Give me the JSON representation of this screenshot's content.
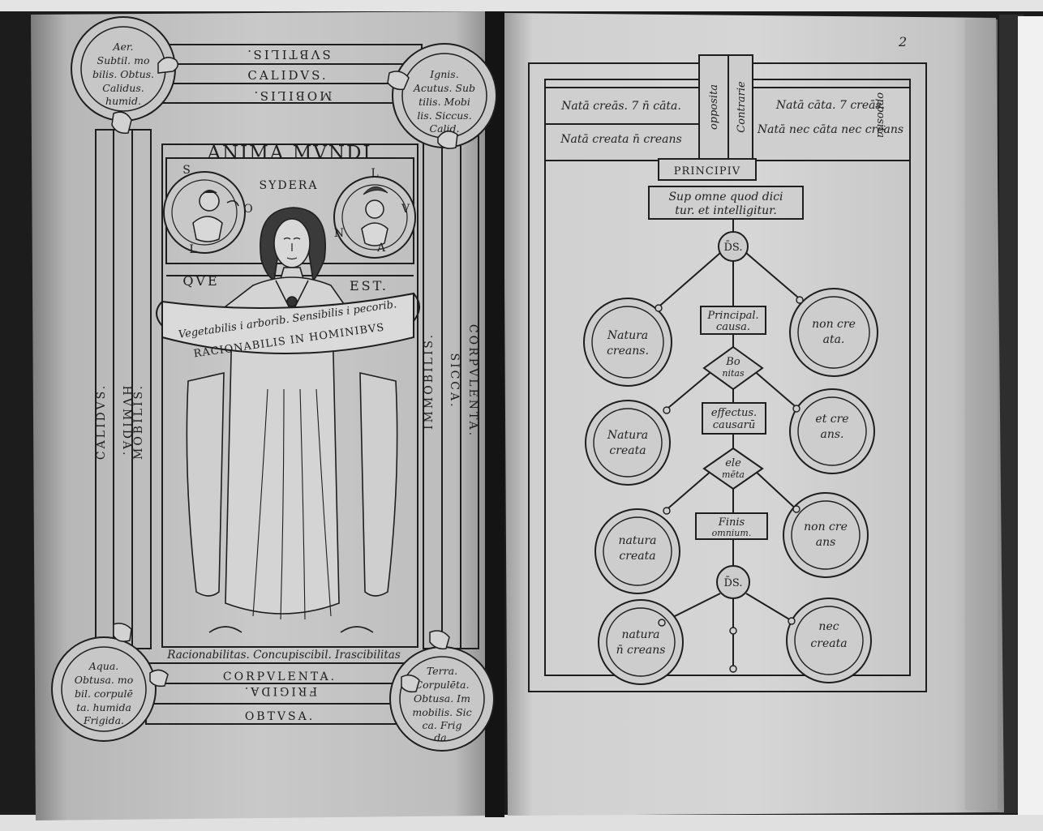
{
  "left_page": {
    "title": "ANIMA MVNDI",
    "sidera_label": "SYDERA",
    "sol_letters": [
      "S",
      "O",
      "L"
    ],
    "luna_letters": [
      "L",
      "V",
      "N",
      "A"
    ],
    "que_est": [
      "QVE",
      "EST."
    ],
    "scroll_line1": "Vegetabilis i arborib. Sensibilis i pecorib.",
    "scroll_line2": "RACIONABILIS IN HOMINIBVS",
    "bottom_caption": "Racionabilitas. Concupiscibil. Irascibilitas",
    "top_band1": "SVBTILIS.",
    "top_band2": "CALIDVS.",
    "top_band3": "MOBILIS.",
    "bottom_band1": "CORPVLENTA.",
    "bottom_band2": "FRIGIDA.",
    "bottom_band3": "OBTVSA.",
    "left_band1": "CALIDVS.",
    "left_band2": "HVMIDA.",
    "left_band3": "MOBILIS.",
    "right_band1": "IMMOBILIS.",
    "right_band2": "SICCA.",
    "right_band3": "CORPVLENTA.",
    "corner_tl": [
      "Aer.",
      "Subtil. mo",
      "bilis. Obtus.",
      "Calidus.",
      "humid."
    ],
    "corner_tr": [
      "Ignis.",
      "Acutus. Sub",
      "tilis. Mobi",
      "lis. Siccus.",
      "Calid."
    ],
    "corner_bl": [
      "Aqua.",
      "Obtusa. mo",
      "bil. corpulē",
      "ta. humida",
      "Frigida."
    ],
    "corner_br": [
      "Terra.",
      "Corpulēta.",
      "Obtusa. Im",
      "mobilis. Sic",
      "ca. Frig",
      "da."
    ]
  },
  "right_page": {
    "folio": "2",
    "left_box_line1": "Natā creās. 7 n̄ cāta.",
    "left_box_line2": "Natā creata n̄ creans",
    "right_box_line1": "Natā cāta. 7 creās.",
    "right_box_line2": "Natā nec cāta nec creans",
    "opposita_left": "opposita",
    "contrarie": "Contrarie",
    "opposita_right": "opposita",
    "principium": "PRINCIPIV",
    "super_line1": "Sup omne quod dici",
    "super_line2": "tur. et intelligitur.",
    "ds_top": "D̄S.",
    "ds_bottom": "D̄S.",
    "principalis_line1": "Principal.",
    "principalis_line2": "causa.",
    "bonitas_line1": "Bo",
    "bonitas_line2": "nitas",
    "effectus_line1": "effectus.",
    "effectus_line2": "causarū",
    "elementa_line1": "ele",
    "elementa_line2": "mēta",
    "finis_line1": "Finis",
    "finis_line2": "omnium.",
    "circle_l1": [
      "Natura",
      "creans."
    ],
    "circle_r1": [
      "non cre",
      "ata."
    ],
    "circle_l2": [
      "Natura",
      "creata"
    ],
    "circle_r2": [
      "et cre",
      "ans."
    ],
    "circle_l3": [
      "natura",
      "creata"
    ],
    "circle_r3": [
      "non cre",
      "ans"
    ],
    "circle_l4": [
      "natura",
      "n̄ creans"
    ],
    "circle_r4": [
      "nec",
      "creata"
    ]
  }
}
